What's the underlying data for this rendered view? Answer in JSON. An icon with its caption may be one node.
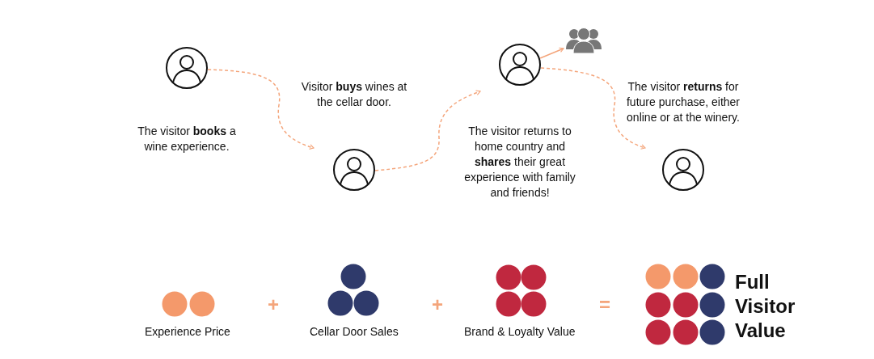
{
  "diagram": {
    "nodes": [
      {
        "text": [],
        "shape": "person",
        "beside": [
          "The visitor **books** a wine experience."
        ]
      },
      {
        "text": [],
        "shape": "person",
        "beside": [
          "Visitor **buys** wines at the cellar door."
        ]
      },
      {
        "text": [],
        "shape": "person",
        "beside": [
          "The visitor returns to home country and **shares** their great experience with family and friends!"
        ]
      },
      {
        "text": [],
        "shape": "person"
      },
      {
        "text": [],
        "shape": "person",
        "beside": [
          "The visitor **returns** for future purchase, either online or at the winery."
        ]
      }
    ],
    "edges": [
      {
        "from": 0,
        "to": 1,
        "arrow": "to",
        "style": "dashed"
      },
      {
        "from": 1,
        "to": 2,
        "arrow": "to",
        "style": "dashed"
      },
      {
        "from": 2,
        "to": 3,
        "arrow": "to"
      },
      {
        "from": 2,
        "to": 4,
        "arrow": "to",
        "style": "dashed"
      }
    ],
    "labels": [
      "+",
      "+",
      "=",
      "Full Visitor Value"
    ],
    "legend": [
      {
        "text": "Experience Price",
        "color": "#f4996b"
      },
      {
        "text": "Cellar Door Sales",
        "color": "#2f3a6b"
      },
      {
        "text": "Brand & Loyalty Value",
        "color": "#c0283f"
      }
    ]
  }
}
